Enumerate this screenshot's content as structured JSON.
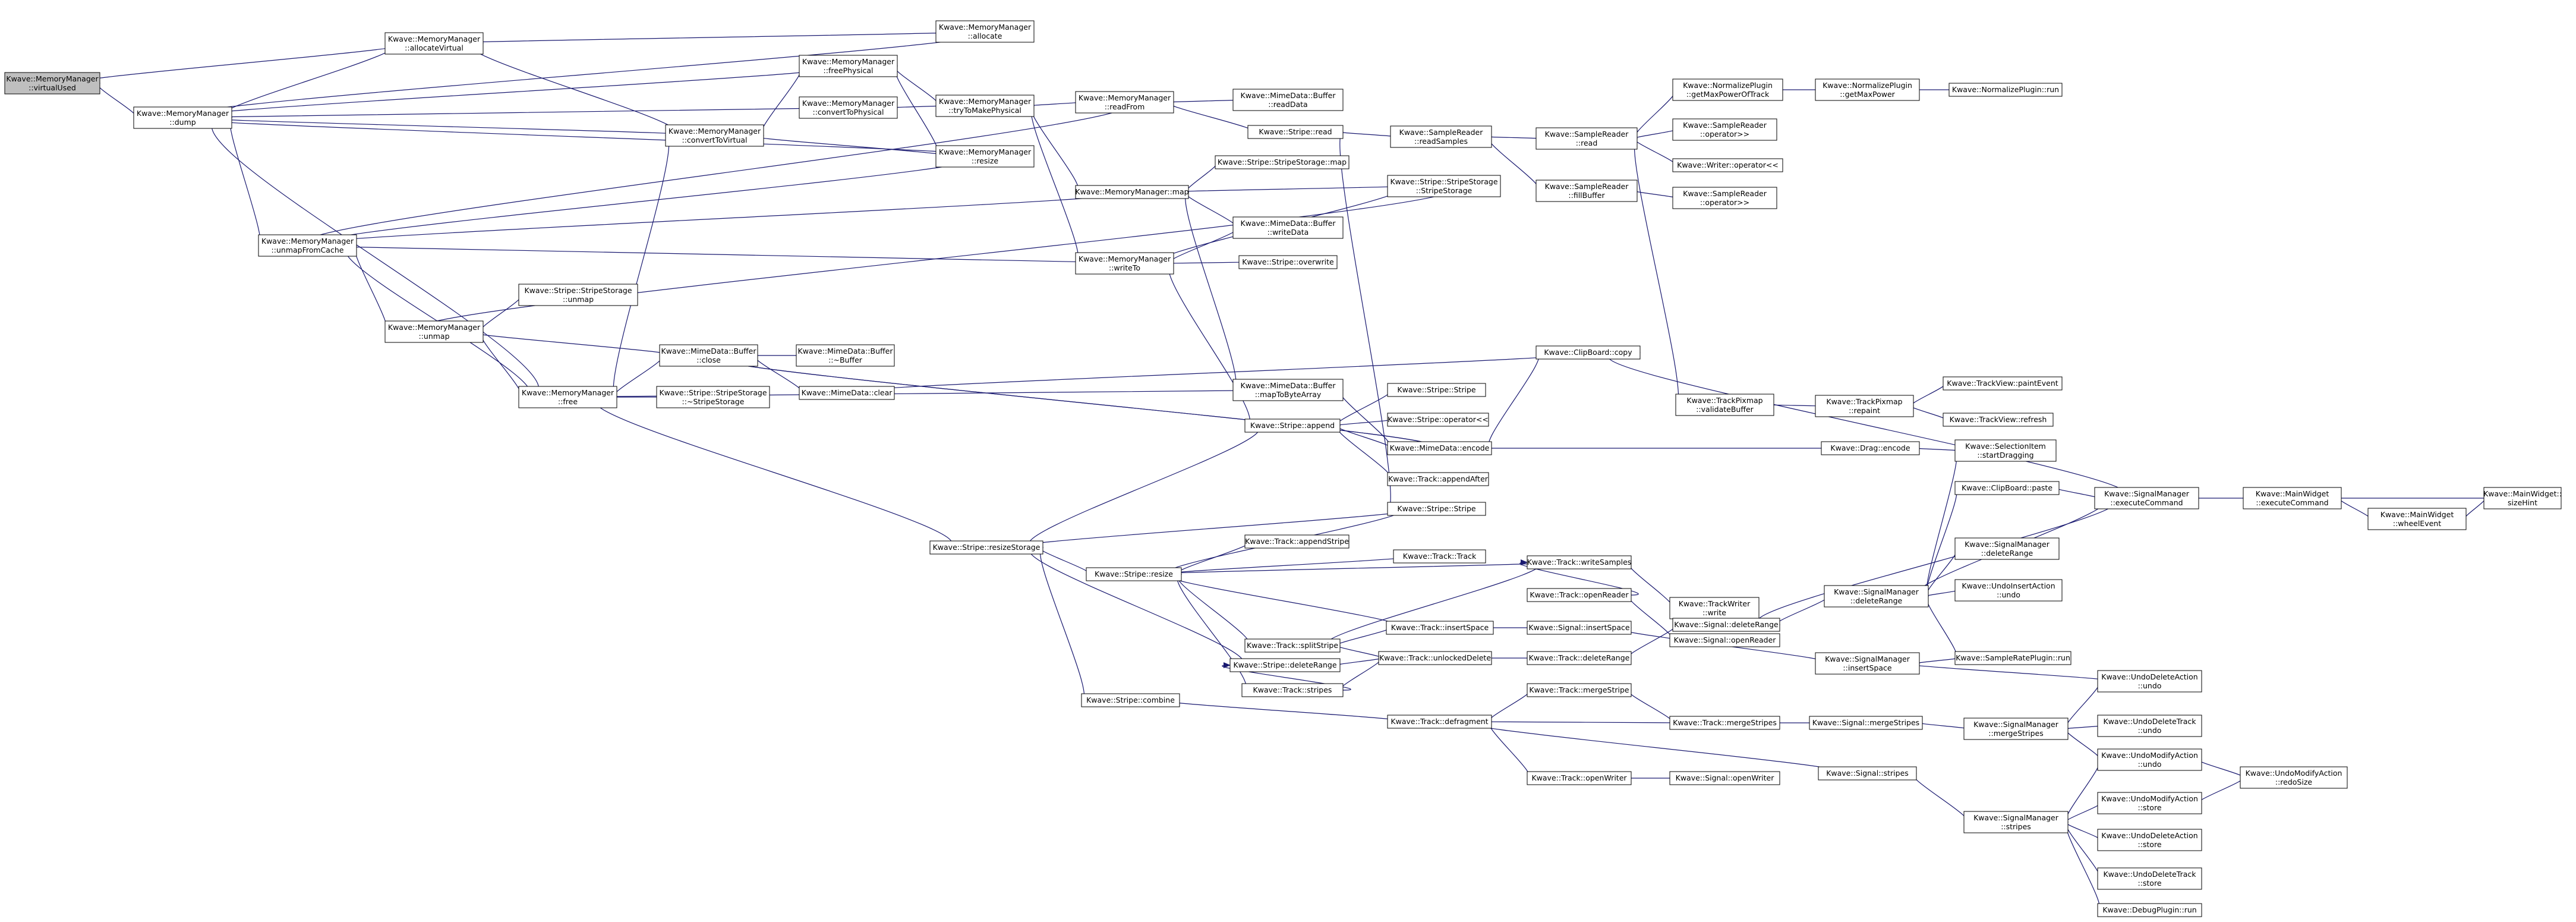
{
  "diagram": {
    "kind": "doxygen-caller-graph",
    "colors": {
      "background": "#ffffff",
      "node_fill": "#ffffff",
      "root_fill": "#bfbfbf",
      "node_stroke": "#000000",
      "edge": "#191970"
    },
    "nodes": [
      {
        "id": "vu",
        "lines": [
          "Kwave::MemoryManager",
          "::virtualUsed"
        ],
        "root": true
      },
      {
        "id": "dump",
        "lines": [
          "Kwave::MemoryManager",
          "::dump"
        ]
      },
      {
        "id": "allocv",
        "lines": [
          "Kwave::MemoryManager",
          "::allocateVirtual"
        ]
      },
      {
        "id": "alloc",
        "lines": [
          "Kwave::MemoryManager",
          "::allocate"
        ]
      },
      {
        "id": "freephys",
        "lines": [
          "Kwave::MemoryManager",
          "::freePhysical"
        ]
      },
      {
        "id": "c2p",
        "lines": [
          "Kwave::MemoryManager",
          "::convertToPhysical"
        ]
      },
      {
        "id": "c2v",
        "lines": [
          "Kwave::MemoryManager",
          "::convertToVirtual"
        ]
      },
      {
        "id": "try",
        "lines": [
          "Kwave::MemoryManager",
          "::tryToMakePhysical"
        ]
      },
      {
        "id": "resize",
        "lines": [
          "Kwave::MemoryManager",
          "::resize"
        ]
      },
      {
        "id": "readfrom",
        "lines": [
          "Kwave::MemoryManager",
          "::readFrom"
        ]
      },
      {
        "id": "mapmm",
        "lines": [
          "Kwave::MemoryManager::map"
        ]
      },
      {
        "id": "writeto",
        "lines": [
          "Kwave::MemoryManager",
          "::writeTo"
        ]
      },
      {
        "id": "unmapc",
        "lines": [
          "Kwave::MemoryManager",
          "::unmapFromCache"
        ]
      },
      {
        "id": "unmap",
        "lines": [
          "Kwave::MemoryManager",
          "::unmap"
        ]
      },
      {
        "id": "free",
        "lines": [
          "Kwave::MemoryManager",
          "::free"
        ]
      },
      {
        "id": "ssunmap",
        "lines": [
          "Kwave::Stripe::StripeStorage",
          "::unmap"
        ]
      },
      {
        "id": "ssdtor",
        "lines": [
          "Kwave::Stripe::StripeStorage",
          "::~StripeStorage"
        ]
      },
      {
        "id": "mdbclose",
        "lines": [
          "Kwave::MimeData::Buffer",
          "::close"
        ]
      },
      {
        "id": "mdbdtor",
        "lines": [
          "Kwave::MimeData::Buffer",
          "::~Buffer"
        ]
      },
      {
        "id": "mdclear",
        "lines": [
          "Kwave::MimeData::clear"
        ]
      },
      {
        "id": "mdbread",
        "lines": [
          "Kwave::MimeData::Buffer",
          "::readData"
        ]
      },
      {
        "id": "sread",
        "lines": [
          "Kwave::Stripe::read"
        ]
      },
      {
        "id": "ssmap",
        "lines": [
          "Kwave::Stripe::StripeStorage::map"
        ]
      },
      {
        "id": "ssctor",
        "lines": [
          "Kwave::Stripe::StripeStorage",
          "::StripeStorage"
        ]
      },
      {
        "id": "mdbwrite",
        "lines": [
          "Kwave::MimeData::Buffer",
          "::writeData"
        ]
      },
      {
        "id": "sover",
        "lines": [
          "Kwave::Stripe::overwrite"
        ]
      },
      {
        "id": "mdbmap",
        "lines": [
          "Kwave::MimeData::Buffer",
          "::mapToByteArray"
        ]
      },
      {
        "id": "sappend",
        "lines": [
          "Kwave::Stripe::append"
        ]
      },
      {
        "id": "sstripe1",
        "lines": [
          "Kwave::Stripe::Stripe"
        ]
      },
      {
        "id": "sop",
        "lines": [
          "Kwave::Stripe::operator<<"
        ]
      },
      {
        "id": "mdenc",
        "lines": [
          "Kwave::MimeData::encode"
        ]
      },
      {
        "id": "tappa",
        "lines": [
          "Kwave::Track::appendAfter"
        ]
      },
      {
        "id": "sstripe2",
        "lines": [
          "Kwave::Stripe::Stripe"
        ]
      },
      {
        "id": "sresstor",
        "lines": [
          "Kwave::Stripe::resizeStorage"
        ]
      },
      {
        "id": "sres",
        "lines": [
          "Kwave::Stripe::resize"
        ]
      },
      {
        "id": "tapps",
        "lines": [
          "Kwave::Track::appendStripe"
        ]
      },
      {
        "id": "ttrack",
        "lines": [
          "Kwave::Track::Track"
        ]
      },
      {
        "id": "tsplit",
        "lines": [
          "Kwave::Track::splitStripe"
        ]
      },
      {
        "id": "sdelr",
        "lines": [
          "Kwave::Stripe::deleteRange"
        ]
      },
      {
        "id": "scomb",
        "lines": [
          "Kwave::Stripe::combine"
        ]
      },
      {
        "id": "tins",
        "lines": [
          "Kwave::Track::insertSpace"
        ]
      },
      {
        "id": "tunl",
        "lines": [
          "Kwave::Track::unlockedDelete"
        ]
      },
      {
        "id": "tstripes",
        "lines": [
          "Kwave::Track::stripes"
        ]
      },
      {
        "id": "tdefrag",
        "lines": [
          "Kwave::Track::defragment"
        ]
      },
      {
        "id": "twrs",
        "lines": [
          "Kwave::Track::writeSamples"
        ]
      },
      {
        "id": "topenr",
        "lines": [
          "Kwave::Track::openReader"
        ]
      },
      {
        "id": "sgins",
        "lines": [
          "Kwave::Signal::insertSpace"
        ]
      },
      {
        "id": "tdelr",
        "lines": [
          "Kwave::Track::deleteRange"
        ]
      },
      {
        "id": "tmerge",
        "lines": [
          "Kwave::Track::mergeStripe"
        ]
      },
      {
        "id": "topenw",
        "lines": [
          "Kwave::Track::openWriter"
        ]
      },
      {
        "id": "srreads",
        "lines": [
          "Kwave::SampleReader",
          "::readSamples"
        ]
      },
      {
        "id": "srread",
        "lines": [
          "Kwave::SampleReader",
          "::read"
        ]
      },
      {
        "id": "srfill",
        "lines": [
          "Kwave::SampleReader",
          "::fillBuffer"
        ]
      },
      {
        "id": "npgmt",
        "lines": [
          "Kwave::NormalizePlugin",
          "::getMaxPowerOfTrack"
        ]
      },
      {
        "id": "npgm",
        "lines": [
          "Kwave::NormalizePlugin",
          "::getMaxPower"
        ]
      },
      {
        "id": "nprun",
        "lines": [
          "Kwave::NormalizePlugin::run"
        ]
      },
      {
        "id": "srop1",
        "lines": [
          "Kwave::SampleReader",
          "::operator>>"
        ]
      },
      {
        "id": "wop",
        "lines": [
          "Kwave::Writer::operator<<"
        ]
      },
      {
        "id": "srop2",
        "lines": [
          "Kwave::SampleReader",
          "::operator>>"
        ]
      },
      {
        "id": "cbcopy",
        "lines": [
          "Kwave::ClipBoard::copy"
        ]
      },
      {
        "id": "tpval",
        "lines": [
          "Kwave::TrackPixmap",
          "::validateBuffer"
        ]
      },
      {
        "id": "tprep",
        "lines": [
          "Kwave::TrackPixmap",
          "::repaint"
        ]
      },
      {
        "id": "tvpaint",
        "lines": [
          "Kwave::TrackView::paintEvent"
        ]
      },
      {
        "id": "tvref",
        "lines": [
          "Kwave::TrackView::refresh"
        ]
      },
      {
        "id": "dragenc",
        "lines": [
          "Kwave::Drag::encode"
        ]
      },
      {
        "id": "selitem",
        "lines": [
          "Kwave::SelectionItem",
          "::startDragging"
        ]
      },
      {
        "id": "cbpaste",
        "lines": [
          "Kwave::ClipBoard::paste"
        ]
      },
      {
        "id": "smexec",
        "lines": [
          "Kwave::SignalManager",
          "::executeCommand"
        ]
      },
      {
        "id": "mwexec",
        "lines": [
          "Kwave::MainWidget",
          "::executeCommand"
        ]
      },
      {
        "id": "mwsize",
        "lines": [
          "Kwave::MainWidget::",
          "sizeHint"
        ]
      },
      {
        "id": "mwwheel",
        "lines": [
          "Kwave::MainWidget",
          "::wheelEvent"
        ]
      },
      {
        "id": "smdel",
        "lines": [
          "Kwave::SignalManager",
          "::deleteRange"
        ]
      },
      {
        "id": "smdel2",
        "lines": [
          "Kwave::SignalManager",
          "::deleteRange"
        ]
      },
      {
        "id": "uiaundo",
        "lines": [
          "Kwave::UndoInsertAction",
          "::undo"
        ]
      },
      {
        "id": "twwrite",
        "lines": [
          "Kwave::TrackWriter",
          "::write"
        ]
      },
      {
        "id": "sgopenr",
        "lines": [
          "Kwave::Signal::openReader"
        ]
      },
      {
        "id": "sgdelr",
        "lines": [
          "Kwave::Signal::deleteRange"
        ]
      },
      {
        "id": "smins",
        "lines": [
          "Kwave::SignalManager",
          "::insertSpace"
        ]
      },
      {
        "id": "srprun",
        "lines": [
          "Kwave::SampleRatePlugin::run"
        ]
      },
      {
        "id": "udaundo",
        "lines": [
          "Kwave::UndoDeleteAction",
          "::undo"
        ]
      },
      {
        "id": "tmerges",
        "lines": [
          "Kwave::Track::mergeStripes"
        ]
      },
      {
        "id": "sgmerges",
        "lines": [
          "Kwave::Signal::mergeStripes"
        ]
      },
      {
        "id": "smmerges",
        "lines": [
          "Kwave::SignalManager",
          "::mergeStripes"
        ]
      },
      {
        "id": "udtundo",
        "lines": [
          "Kwave::UndoDeleteTrack",
          "::undo"
        ]
      },
      {
        "id": "umaundo",
        "lines": [
          "Kwave::UndoModifyAction",
          "::undo"
        ]
      },
      {
        "id": "umaredo",
        "lines": [
          "Kwave::UndoModifyAction",
          "::redoSize"
        ]
      },
      {
        "id": "sgopenw",
        "lines": [
          "Kwave::Signal::openWriter"
        ]
      },
      {
        "id": "sgstripes",
        "lines": [
          "Kwave::Signal::stripes"
        ]
      },
      {
        "id": "smstripes",
        "lines": [
          "Kwave::SignalManager",
          "::stripes"
        ]
      },
      {
        "id": "umastore",
        "lines": [
          "Kwave::UndoModifyAction",
          "::store"
        ]
      },
      {
        "id": "udastore",
        "lines": [
          "Kwave::UndoDeleteAction",
          "::store"
        ]
      },
      {
        "id": "udtstore",
        "lines": [
          "Kwave::UndoDeleteTrack",
          "::store"
        ]
      },
      {
        "id": "dbgrun",
        "lines": [
          "Kwave::DebugPlugin::run"
        ]
      }
    ],
    "edges": [
      [
        "dump",
        "vu"
      ],
      [
        "allocv",
        "vu"
      ],
      [
        "alloc",
        "allocv"
      ],
      [
        "c2v",
        "allocv"
      ],
      [
        "allocv",
        "dump"
      ],
      [
        "alloc",
        "dump"
      ],
      [
        "freephys",
        "dump"
      ],
      [
        "c2p",
        "dump"
      ],
      [
        "c2v",
        "dump"
      ],
      [
        "resize",
        "dump"
      ],
      [
        "unmapc",
        "dump"
      ],
      [
        "free",
        "dump"
      ],
      [
        "freephys",
        "c2v"
      ],
      [
        "resize",
        "c2v"
      ],
      [
        "free",
        "c2v"
      ],
      [
        "try",
        "freephys"
      ],
      [
        "resize",
        "freephys"
      ],
      [
        "try",
        "c2p"
      ],
      [
        "readfrom",
        "try"
      ],
      [
        "mapmm",
        "try"
      ],
      [
        "writeto",
        "try"
      ],
      [
        "readfrom",
        "unmapc"
      ],
      [
        "mapmm",
        "unmapc"
      ],
      [
        "writeto",
        "unmapc"
      ],
      [
        "resize",
        "unmapc"
      ],
      [
        "unmap",
        "unmapc"
      ],
      [
        "free",
        "unmapc"
      ],
      [
        "ssunmap",
        "unmap"
      ],
      [
        "mdbclose",
        "unmap"
      ],
      [
        "free",
        "unmap"
      ],
      [
        "ssctor",
        "unmap"
      ],
      [
        "mdbclose",
        "free"
      ],
      [
        "ssdtor",
        "free"
      ],
      [
        "sresstor",
        "free"
      ],
      [
        "mdbmap",
        "free"
      ],
      [
        "mdbdtor",
        "mdbclose"
      ],
      [
        "mdclear",
        "mdbclose"
      ],
      [
        "mdenc",
        "mdbclose"
      ],
      [
        "cbcopy",
        "mdclear"
      ],
      [
        "mdbread",
        "readfrom"
      ],
      [
        "sread",
        "readfrom"
      ],
      [
        "ssmap",
        "mapmm"
      ],
      [
        "ssctor",
        "mapmm"
      ],
      [
        "mdbwrite",
        "mapmm"
      ],
      [
        "mdbmap",
        "mapmm"
      ],
      [
        "mdbwrite",
        "writeto"
      ],
      [
        "sover",
        "writeto"
      ],
      [
        "sappend",
        "writeto"
      ],
      [
        "ssctor",
        "writeto"
      ],
      [
        "srreads",
        "sread"
      ],
      [
        "sstripe2",
        "sread"
      ],
      [
        "srread",
        "srreads"
      ],
      [
        "srfill",
        "srreads"
      ],
      [
        "npgmt",
        "srread"
      ],
      [
        "srop1",
        "srread"
      ],
      [
        "wop",
        "srread"
      ],
      [
        "tpval",
        "srread"
      ],
      [
        "npgm",
        "npgmt"
      ],
      [
        "nprun",
        "npgm"
      ],
      [
        "srop2",
        "srfill"
      ],
      [
        "sstripe1",
        "sappend"
      ],
      [
        "sop",
        "sappend"
      ],
      [
        "mdenc",
        "sappend"
      ],
      [
        "tappa",
        "sappend"
      ],
      [
        "mdenc",
        "mdbmap"
      ],
      [
        "mdenc",
        "mdbclose"
      ],
      [
        "cbcopy",
        "mdenc"
      ],
      [
        "dragenc",
        "mdenc"
      ],
      [
        "selitem",
        "dragenc"
      ],
      [
        "smexec",
        "cbcopy"
      ],
      [
        "tprep",
        "tpval"
      ],
      [
        "tvpaint",
        "tprep"
      ],
      [
        "tvref",
        "tprep"
      ],
      [
        "sappend",
        "sresstor"
      ],
      [
        "sstripe2",
        "sresstor"
      ],
      [
        "sres",
        "sresstor"
      ],
      [
        "sdelr",
        "sresstor"
      ],
      [
        "scomb",
        "sresstor"
      ],
      [
        "tapps",
        "sres"
      ],
      [
        "ttrack",
        "sres"
      ],
      [
        "tsplit",
        "sres"
      ],
      [
        "tins",
        "sres"
      ],
      [
        "twrs",
        "sres"
      ],
      [
        "tstripes",
        "sres"
      ],
      [
        "sstripe2",
        "sres"
      ],
      [
        "tunl",
        "sdelr"
      ],
      [
        "tstripes",
        "sdelr"
      ],
      [
        "tdefrag",
        "scomb"
      ],
      [
        "tins",
        "tsplit"
      ],
      [
        "tunl",
        "tsplit"
      ],
      [
        "twrs",
        "tsplit"
      ],
      [
        "sgins",
        "tins"
      ],
      [
        "tdelr",
        "tunl"
      ],
      [
        "tstripes",
        "tunl"
      ],
      [
        "tmerge",
        "tdefrag"
      ],
      [
        "tmerges",
        "tdefrag"
      ],
      [
        "topenw",
        "tdefrag"
      ],
      [
        "sgstripes",
        "tdefrag"
      ],
      [
        "topenr",
        "twrs"
      ],
      [
        "twwrite",
        "twrs"
      ],
      [
        "sgopenr",
        "topenr"
      ],
      [
        "smins",
        "sgins"
      ],
      [
        "sgdelr",
        "tdelr"
      ],
      [
        "tmerges",
        "tmerge"
      ],
      [
        "sgopenw",
        "topenw"
      ],
      [
        "smdel",
        "sgdelr"
      ],
      [
        "smexec",
        "sgdelr"
      ],
      [
        "cbpaste",
        "smdel"
      ],
      [
        "smdel2",
        "smdel"
      ],
      [
        "uiaundo",
        "smdel"
      ],
      [
        "selitem",
        "smdel"
      ],
      [
        "smexec",
        "smdel"
      ],
      [
        "srprun",
        "smdel"
      ],
      [
        "cbpaste",
        "smexec"
      ],
      [
        "mwexec",
        "smexec"
      ],
      [
        "mwsize",
        "mwexec"
      ],
      [
        "mwwheel",
        "mwexec"
      ],
      [
        "mwsize",
        "mwwheel"
      ],
      [
        "srprun",
        "smins"
      ],
      [
        "udaundo",
        "smins"
      ],
      [
        "sgmerges",
        "tmerges"
      ],
      [
        "smmerges",
        "sgmerges"
      ],
      [
        "udtundo",
        "smmerges"
      ],
      [
        "umaundo",
        "smmerges"
      ],
      [
        "udaundo",
        "smmerges"
      ],
      [
        "umaredo",
        "umaundo"
      ],
      [
        "smstripes",
        "sgstripes"
      ],
      [
        "umaundo",
        "smstripes"
      ],
      [
        "umastore",
        "smstripes"
      ],
      [
        "udastore",
        "smstripes"
      ],
      [
        "udtstore",
        "smstripes"
      ],
      [
        "dbgrun",
        "smstripes"
      ],
      [
        "umaredo",
        "umastore"
      ]
    ]
  }
}
